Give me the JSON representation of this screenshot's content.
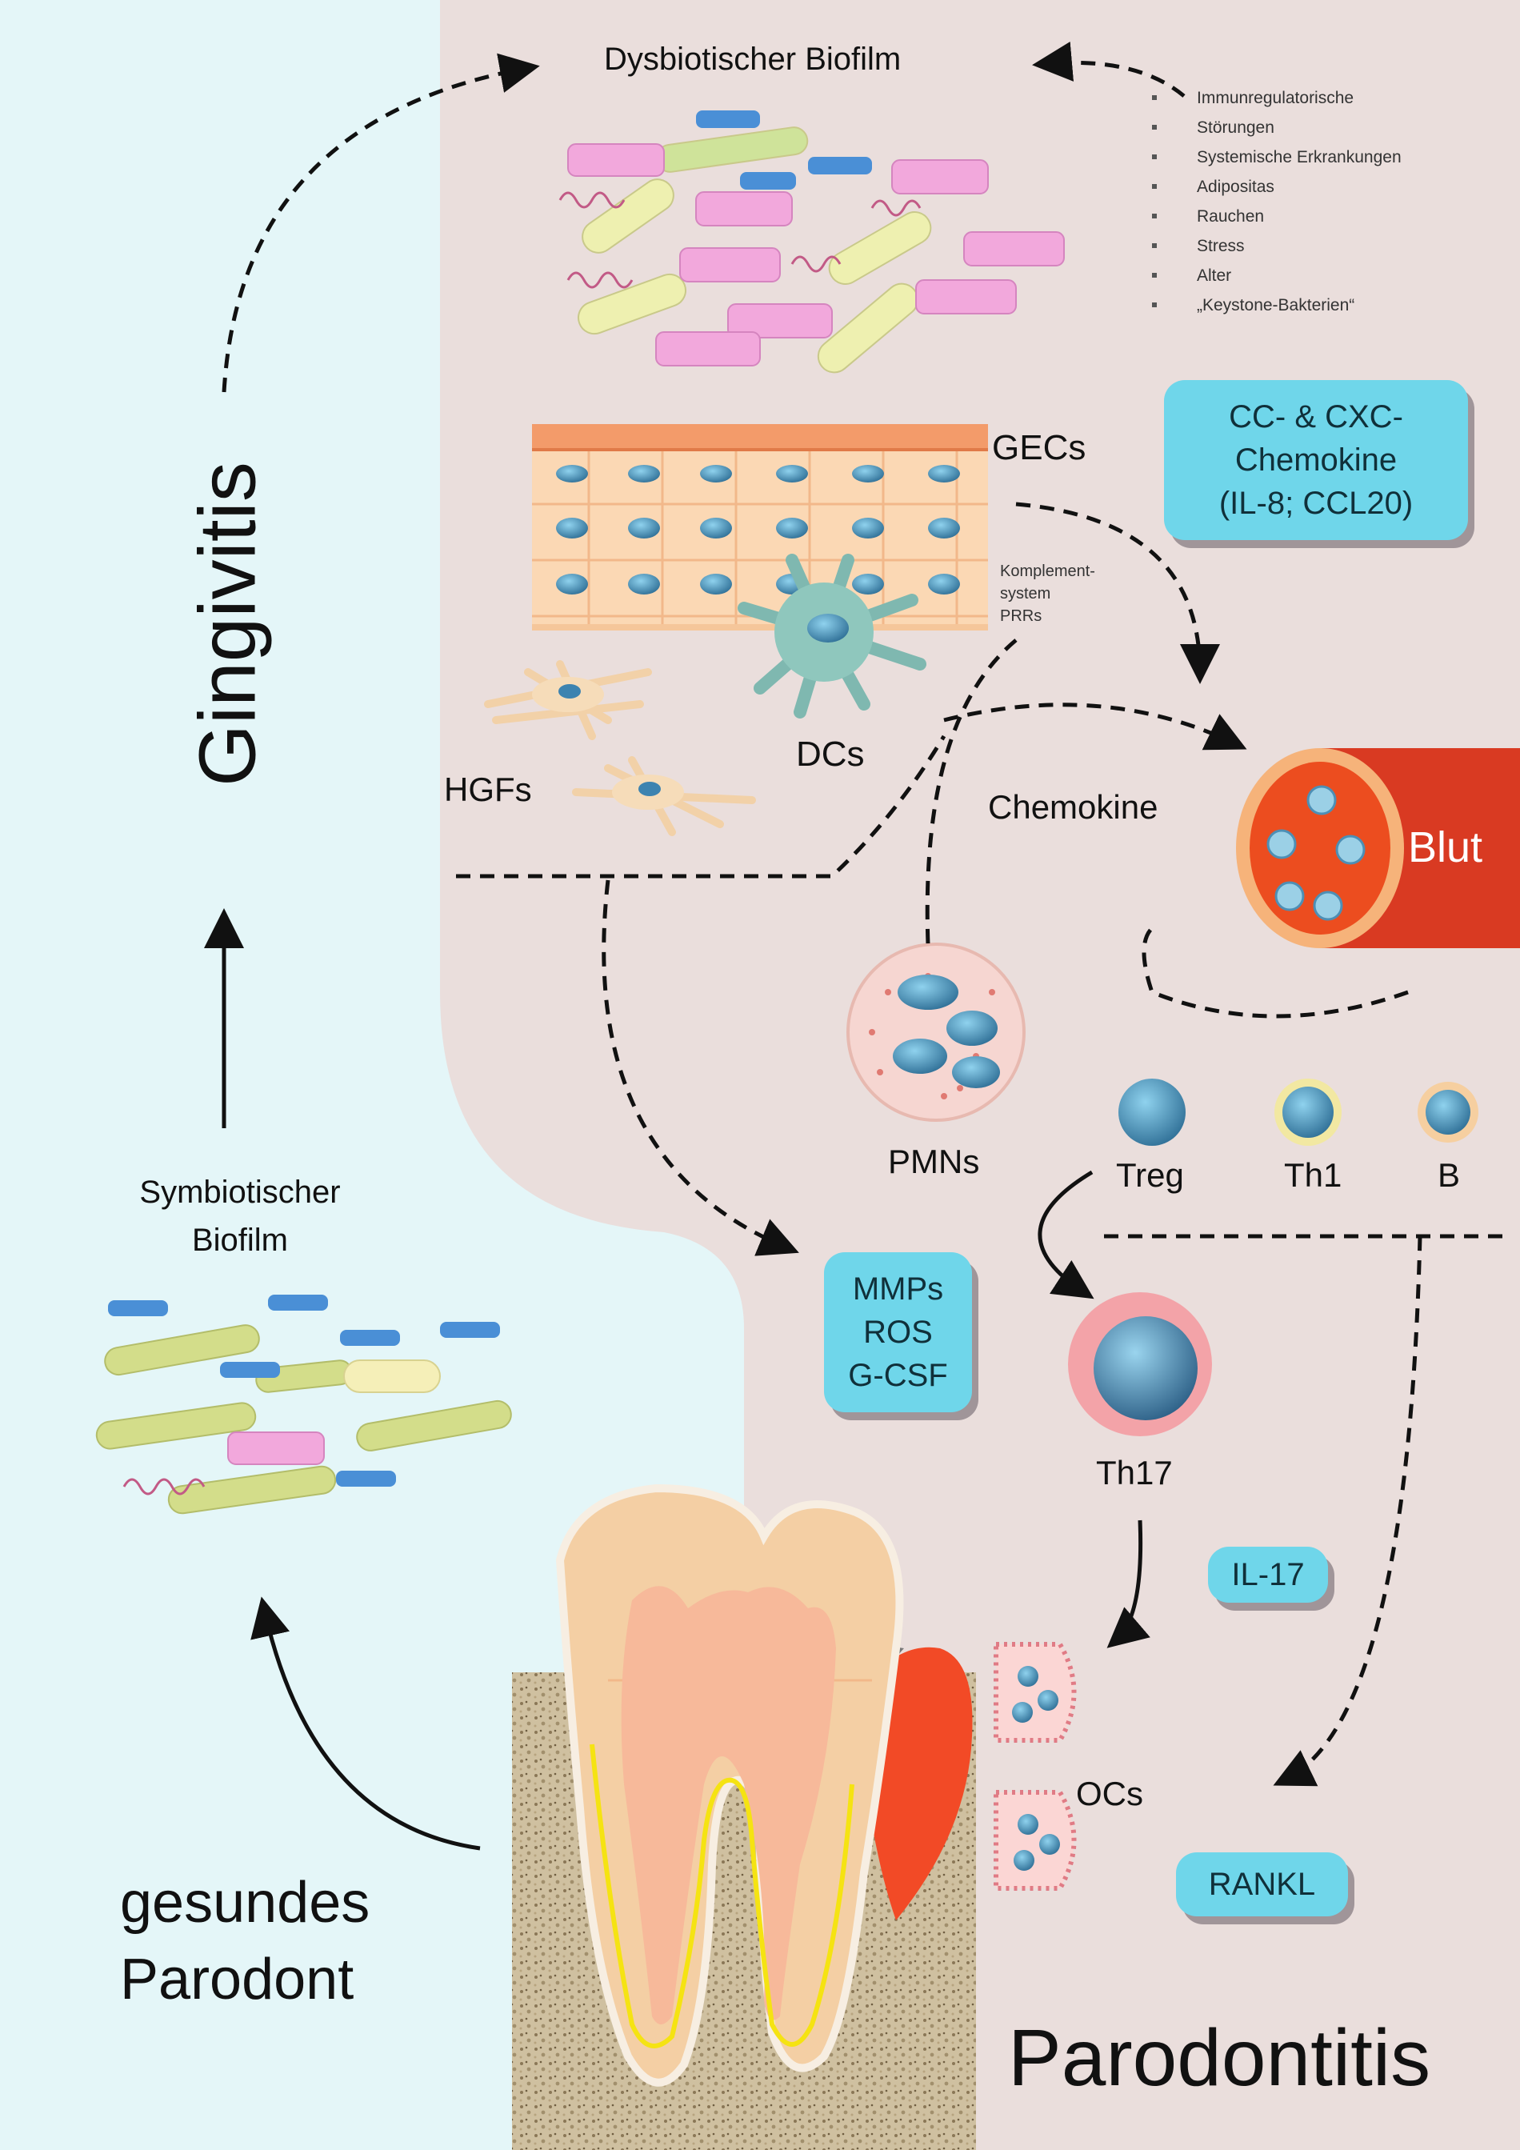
{
  "stages": {
    "healthy": "gesundes\nParodont",
    "gingivitis": "Gingivitis",
    "periodontitis": "Parodontitis"
  },
  "biofilms": {
    "dysbiotic": "Dysbiotischer Biofilm",
    "symbiotic": "Symbiotischer\nBiofilm"
  },
  "risk_factors": [
    "Immunregulatorische",
    "Störungen",
    "Systemische Erkrankungen",
    "Adipositas",
    "Rauchen",
    "Stress",
    "Alter",
    "„Keystone-Bakterien“"
  ],
  "cells": {
    "gecs": "GECs",
    "dcs": "DCs",
    "hgfs": "HGFs",
    "pmns": "PMNs",
    "treg": "Treg",
    "th1": "Th1",
    "b": "B",
    "th17": "Th17",
    "ocs": "OCs"
  },
  "epithelium_note": "Komplement-\nsystem\nPRRs",
  "chemokine_label": "Chemokine",
  "blood_label": "Blut",
  "mediators": {
    "chemokines_box": "CC- & CXC-\nChemokine\n(IL-8; CCL20)",
    "effectors_box": "MMPs\nROS\nG-CSF",
    "il17": "IL-17",
    "rankl": "RANKL"
  },
  "colors": {
    "background_healthy": "#e4f6f8",
    "background_inflamed": "#eadedc",
    "mediator_box": "#6fd6ea",
    "blood_vessel": "#d93a22",
    "bacteria_pink": "#f2a8dc",
    "bacteria_yellow": "#eef0b0",
    "bacteria_blue": "#4a8fd6"
  }
}
